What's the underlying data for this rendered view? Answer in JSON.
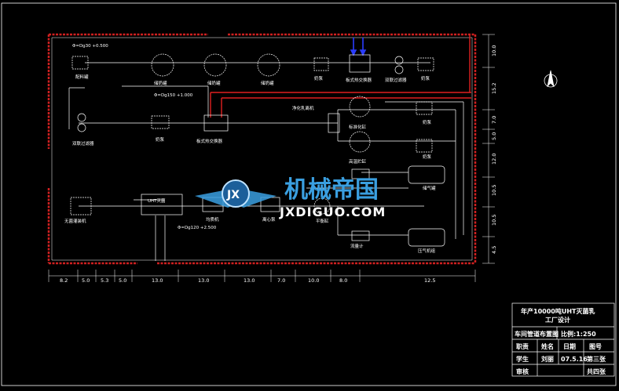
{
  "drawing": {
    "room_dims_right": [
      "10.0",
      "15.2",
      "7.0",
      "5.0",
      "12.0",
      "10.5",
      "10.5",
      "4.5"
    ],
    "room_dims_bottom": [
      "8.2",
      "5.0",
      "5.3",
      "5.0",
      "13.0",
      "13.0",
      "13.0",
      "7.0",
      "10.0",
      "8.0",
      "12.5"
    ]
  },
  "pipe_labels": {
    "p1": "Φ=Dg30 +0.500",
    "p2": "Φ=Dg150 +1.000",
    "p3": "Φ=Dg120 +2.500"
  },
  "equipment": {
    "e1": "配料罐",
    "e2": "储奶罐",
    "e3": "储奶罐",
    "e4": "储奶罐",
    "e5": "奶泵",
    "e6": "板式热交换器",
    "e7": "双联过滤器",
    "e8": "奶泵",
    "e9": "板式热交换器",
    "e10": "双联过滤器",
    "e11": "奶泵",
    "e12": "净化乳离机",
    "e13": "标准化缸",
    "e14": "奶泵",
    "e15": "高温贮缸",
    "e16": "奶泵",
    "e17": "无菌灌装机",
    "e18": "UHT灭菌",
    "e19": "均质机",
    "e20": "离心泵",
    "e21": "平衡缸",
    "e22": "储气罐",
    "e23": "流量计",
    "e24": "压气机组"
  },
  "watermark": {
    "cn": "机械帝国",
    "en": "JXDIGUO.COM",
    "logo_letters": "JX"
  },
  "title_block": {
    "project_l1": "年产10000吨UHT灭菌乳",
    "project_l2": "工厂设计",
    "drawing_name": "车间管道布置图",
    "scale": "比例:1:250",
    "h_role": "职责",
    "h_name": "姓名",
    "h_date": "日期",
    "h_no": "图号",
    "student": "学生",
    "student_name": "刘丽",
    "date": "07.5.16",
    "sheet": "第三张",
    "reviewer": "审核",
    "total": "共四张"
  },
  "colors": {
    "line": "#ffffff",
    "pipe_red": "#e02020",
    "pipe_blue": "#2a3cff",
    "watermark_blue": "#3a9fe0"
  }
}
